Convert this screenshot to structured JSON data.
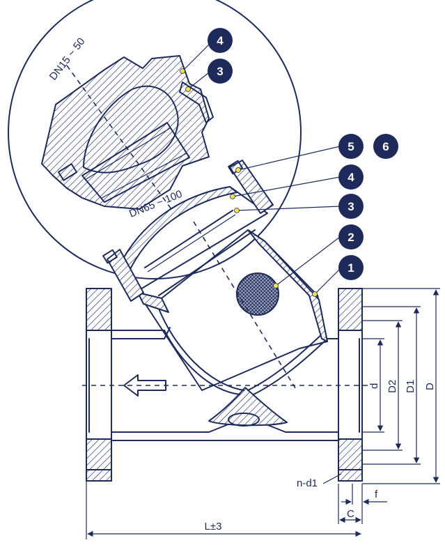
{
  "detail": {
    "label_small": "DN15 ~ 50",
    "label_large": "DN65 ~ 100"
  },
  "badges": {
    "b1": "1",
    "b2": "2",
    "b3_detail": "3",
    "b3": "3",
    "b4_detail": "4",
    "b4": "4",
    "b5": "5",
    "b6": "6"
  },
  "dimensions": {
    "d": "d",
    "D2": "D2",
    "D1": "D1",
    "D": "D",
    "nd1": "n-d1",
    "f": "f",
    "C": "C",
    "L": "L±3"
  },
  "colors": {
    "line": "#1d2a5a",
    "badge": "#1d2a5a",
    "marker": "#f2e34a"
  }
}
